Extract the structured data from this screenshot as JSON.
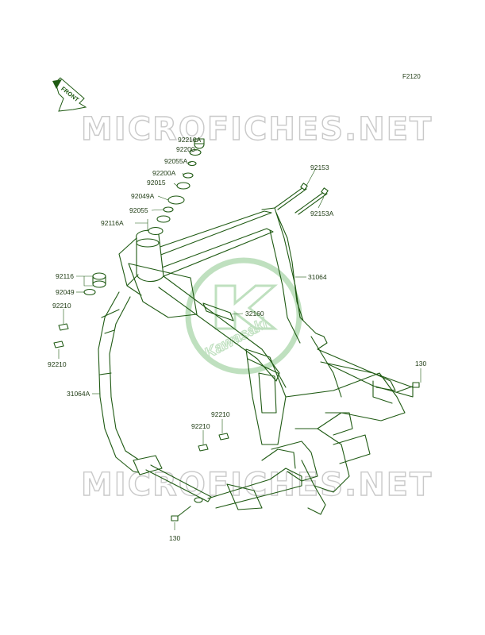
{
  "diagram": {
    "figure_ref": "F2120",
    "front_label": "FRONT",
    "watermark_text": "MICROFICHES.NET",
    "logo_text": "Kawasaki",
    "colors": {
      "line": "#1f5a13",
      "label": "#1d3a12",
      "watermark": "#c9c9c9",
      "logo": "#bfe0bf"
    },
    "parts": {
      "p92210A": "92210A",
      "p92200": "92200",
      "p92055A": "92055A",
      "p92200A": "92200A",
      "p92015": "92015",
      "p92049A": "92049A",
      "p92055": "92055",
      "p92116A": "92116A",
      "p92153": "92153",
      "p92153A": "92153A",
      "p31064": "31064",
      "p92116": "92116",
      "p92049": "92049",
      "p92210_a": "92210",
      "p32160": "32160",
      "p92210_b": "92210",
      "p31064A": "31064A",
      "p130_right": "130",
      "p92210_c": "92210",
      "p92210_d": "92210",
      "p130_bottom": "130"
    }
  }
}
